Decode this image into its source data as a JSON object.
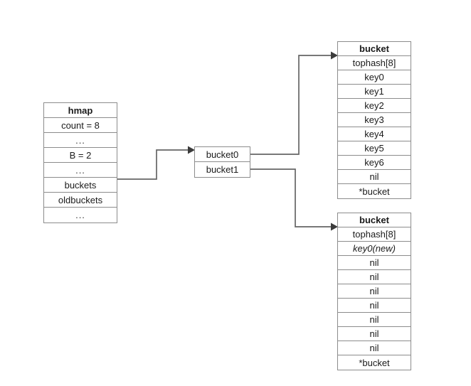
{
  "diagram": {
    "title": "go hmap bucket growth diagram",
    "background_color": "#ffffff",
    "border_color": "#8c8c8c",
    "edge_color": "#666666",
    "arrow_color": "#3b3b3b"
  },
  "hmap": {
    "header": "hmap",
    "rows": [
      {
        "label": "count = 8"
      },
      {
        "label": "..."
      },
      {
        "label": "B = 2"
      },
      {
        "label": "..."
      },
      {
        "label": "buckets"
      },
      {
        "label": "oldbuckets"
      },
      {
        "label": "..."
      }
    ]
  },
  "bucket_array": {
    "rows": [
      {
        "label": "bucket0"
      },
      {
        "label": "bucket1"
      }
    ]
  },
  "bucket_top": {
    "header": "bucket",
    "rows": [
      {
        "label": "tophash[8]",
        "style": "normal"
      },
      {
        "label": "key0",
        "style": "normal"
      },
      {
        "label": "key1",
        "style": "normal"
      },
      {
        "label": "key2",
        "style": "normal"
      },
      {
        "label": "key3",
        "style": "normal"
      },
      {
        "label": "key4",
        "style": "normal"
      },
      {
        "label": "key5",
        "style": "normal"
      },
      {
        "label": "key6",
        "style": "normal"
      },
      {
        "label": "nil",
        "style": "normal"
      },
      {
        "label": "*bucket",
        "style": "normal"
      }
    ]
  },
  "bucket_bottom": {
    "header": "bucket",
    "rows": [
      {
        "label": "tophash[8]",
        "style": "normal"
      },
      {
        "label": "key0(new)",
        "style": "italic"
      },
      {
        "label": "nil",
        "style": "normal"
      },
      {
        "label": "nil",
        "style": "normal"
      },
      {
        "label": "nil",
        "style": "normal"
      },
      {
        "label": "nil",
        "style": "normal"
      },
      {
        "label": "nil",
        "style": "normal"
      },
      {
        "label": "nil",
        "style": "normal"
      },
      {
        "label": "nil",
        "style": "normal"
      },
      {
        "label": "*bucket",
        "style": "normal"
      }
    ]
  },
  "edges": [
    {
      "name": "hmap-buckets-to-bucket-array",
      "from": "hmap.buckets",
      "to": "bucket_array.bucket0"
    },
    {
      "name": "bucket0-to-bucket-top",
      "from": "bucket_array.bucket0",
      "to": "bucket_top"
    },
    {
      "name": "bucket1-to-bucket-bottom",
      "from": "bucket_array.bucket1",
      "to": "bucket_bottom"
    }
  ]
}
